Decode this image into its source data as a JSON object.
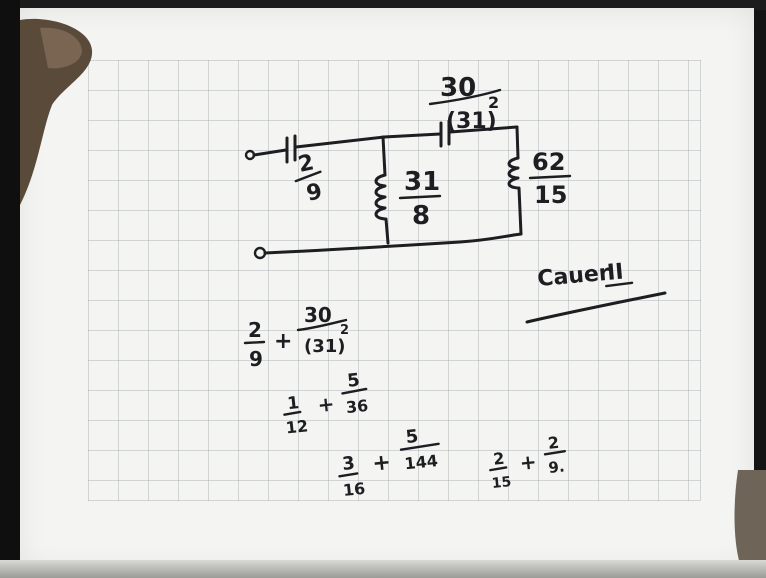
{
  "circuit": {
    "series_cap_1": {
      "num": "2",
      "den": "9"
    },
    "series_cap_2": {
      "num": "30",
      "den": "(31)",
      "exp": "2"
    },
    "shunt_ind_1": {
      "num": "31",
      "den": "8"
    },
    "shunt_ind_2": {
      "num": "62",
      "den": "15"
    }
  },
  "caption": {
    "text": "Cauer",
    "numeral": "II"
  },
  "calc": {
    "line1": {
      "a_num": "2",
      "a_den": "9",
      "op": "+",
      "b_num": "30",
      "b_den": "(31)",
      "b_exp": "2"
    },
    "line2": {
      "a_num": "1",
      "a_den": "12",
      "op": "+",
      "b_num": "5",
      "b_den": "36"
    },
    "line3": {
      "a_num": "3",
      "a_den": "16",
      "op": "+",
      "b_num": "5",
      "b_den": "144"
    },
    "line4": {
      "a_num": "2",
      "a_den": "15",
      "op": "+",
      "b_num": "2",
      "b_den": "9."
    }
  }
}
